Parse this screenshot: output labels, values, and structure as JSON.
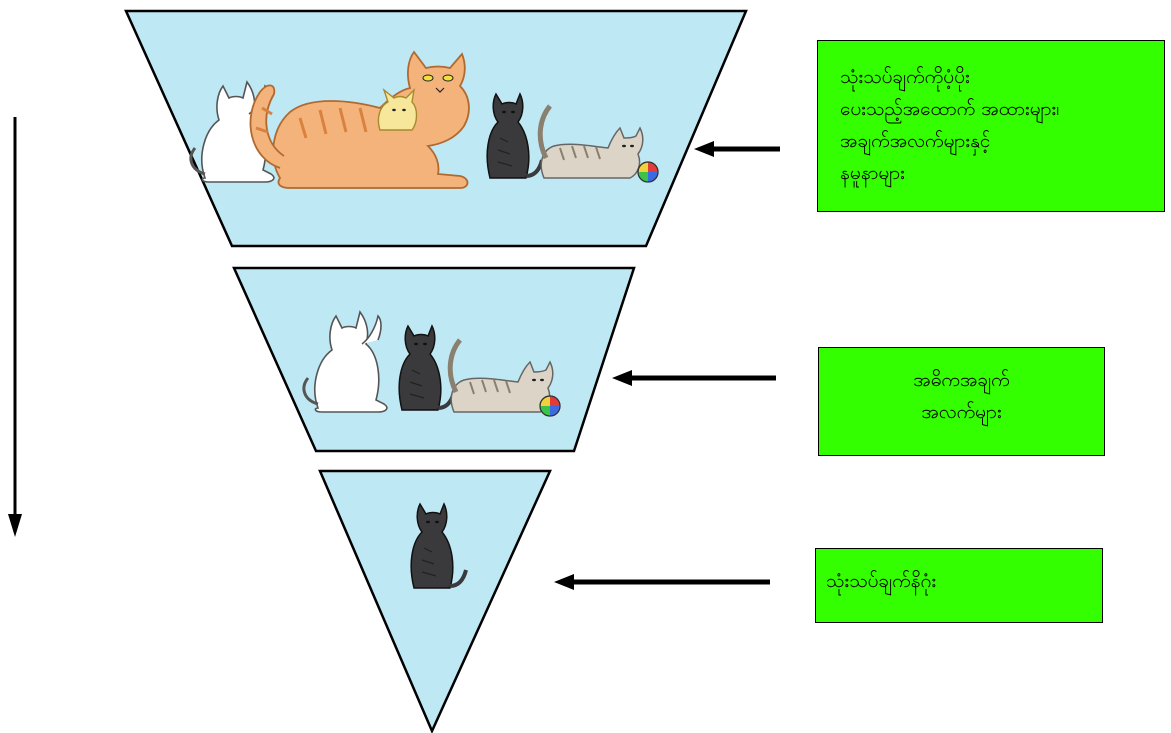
{
  "diagram": {
    "colors": {
      "tier_fill": "#bfe8f5",
      "tier_stroke": "#000000",
      "label_fill": "#33ff00",
      "arrow": "#000000"
    },
    "tiers": [
      {
        "name": "top-tier",
        "cats": [
          "white-cat",
          "orange-mother-cat",
          "yellow-kitten",
          "black-cat",
          "tabby-cat",
          "ball"
        ]
      },
      {
        "name": "middle-tier",
        "cats": [
          "white-cat",
          "black-cat",
          "tabby-cat",
          "ball"
        ]
      },
      {
        "name": "bottom-tier",
        "cats": [
          "black-cat"
        ]
      }
    ],
    "labels": [
      {
        "lines": [
          "သုံးသပ်ချက်ကိုပံ့ပိုး",
          "ပေးသည့်အထောက် အထားများ၊",
          "အချက်အလက်များနှင့်",
          "နမူနာများ"
        ]
      },
      {
        "lines": [
          "အဓိကအချက်",
          "အလက်များ"
        ]
      },
      {
        "lines": [
          "သုံးသပ်ချက်နိဂုံး"
        ]
      }
    ]
  }
}
